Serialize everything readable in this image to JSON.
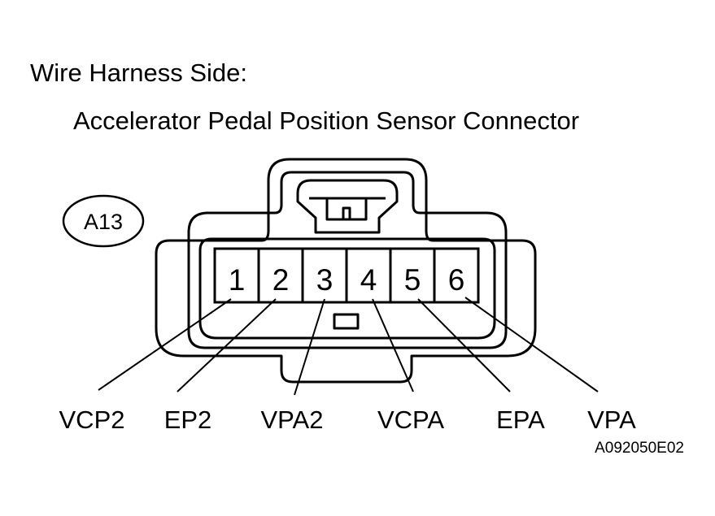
{
  "heading": "Wire Harness Side:",
  "connector_name": "Accelerator Pedal Position Sensor Connector",
  "connector_code": "A13",
  "pins": [
    {
      "number": "1",
      "signal": "VCP2"
    },
    {
      "number": "2",
      "signal": "EP2"
    },
    {
      "number": "3",
      "signal": "VPA2"
    },
    {
      "number": "4",
      "signal": "VCPA"
    },
    {
      "number": "5",
      "signal": "EPA"
    },
    {
      "number": "6",
      "signal": "VPA"
    }
  ],
  "figure_code": "A092050E02"
}
